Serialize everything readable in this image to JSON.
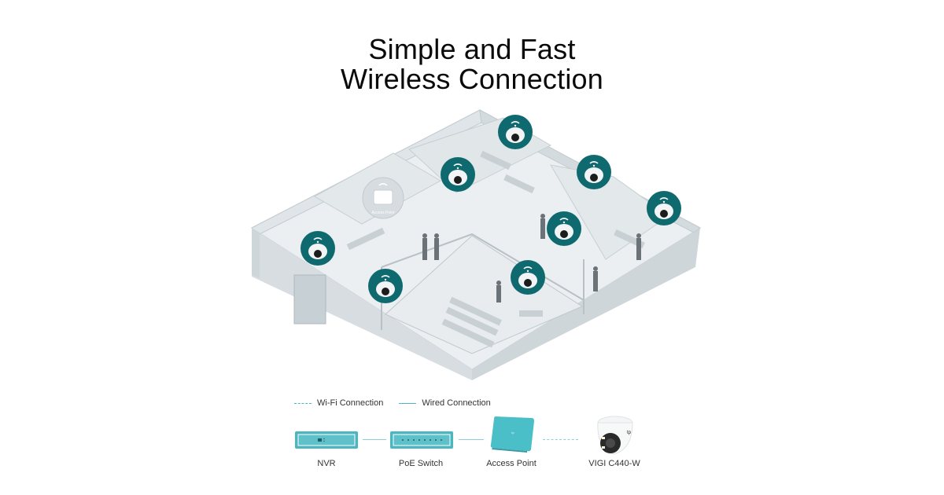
{
  "title": {
    "line1": "Simple and Fast",
    "line2": "Wireless Connection"
  },
  "floorplan": {
    "access_point_marker_label": "Access Point",
    "camera_markers": [
      {
        "name": "camera-top-center"
      },
      {
        "name": "camera-upper-left-office"
      },
      {
        "name": "camera-upper-right"
      },
      {
        "name": "camera-far-right"
      },
      {
        "name": "camera-center-right"
      },
      {
        "name": "camera-left-reception"
      },
      {
        "name": "camera-lobby"
      },
      {
        "name": "camera-meeting-room"
      }
    ]
  },
  "legend": {
    "wifi_label": "Wi-Fi Connection",
    "wired_label": "Wired Connection"
  },
  "topology": {
    "devices": [
      {
        "label": "NVR",
        "icon": "nvr-icon"
      },
      {
        "label": "PoE Switch",
        "icon": "poe-switch-icon"
      },
      {
        "label": "Access Point",
        "icon": "access-point-icon"
      },
      {
        "label": "VIGI C440-W",
        "icon": "camera-icon"
      }
    ],
    "connections": [
      {
        "from": "NVR",
        "to": "PoE Switch",
        "type": "wired"
      },
      {
        "from": "PoE Switch",
        "to": "Access Point",
        "type": "wired"
      },
      {
        "from": "Access Point",
        "to": "VIGI C440-W",
        "type": "wifi"
      }
    ]
  },
  "colors": {
    "accent_teal": "#4bb6c0",
    "marker_teal": "#0f6a70",
    "floor_grey": "#e6eaec"
  }
}
